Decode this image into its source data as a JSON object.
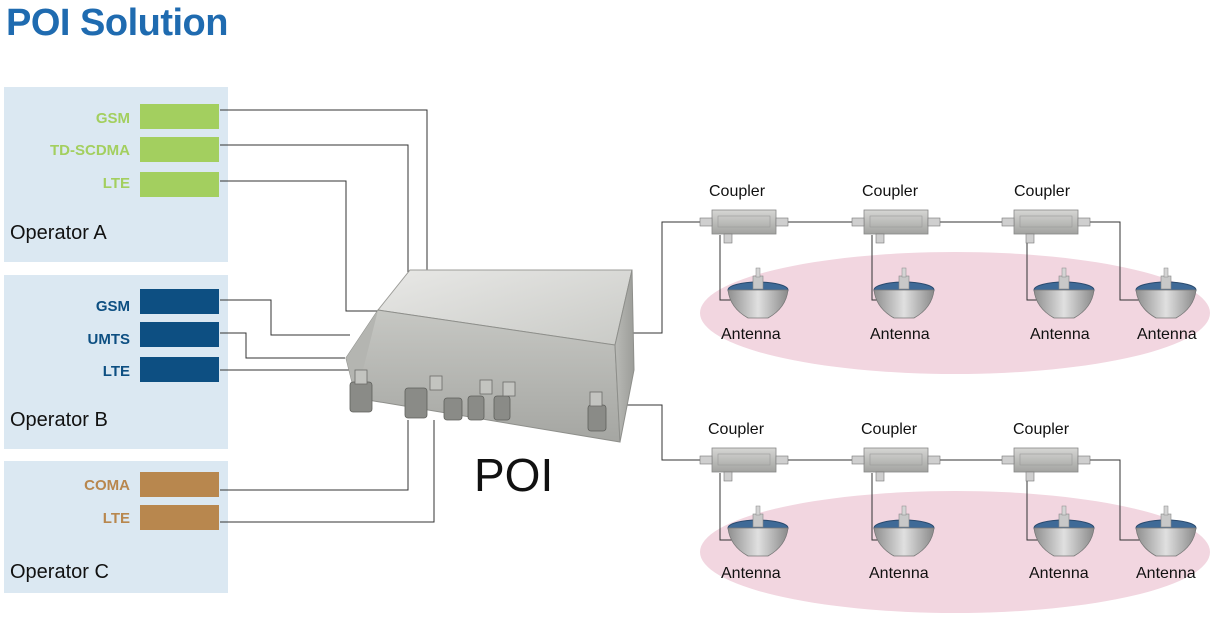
{
  "title": "POI Solution",
  "poi_label": "POI",
  "colors": {
    "title": "#1f6bb0",
    "operator_a_band": "#a3cf5f",
    "operator_b_band": "#0d4f82",
    "operator_c_band": "#b8874e",
    "panel_bg": "#dbe8f2",
    "coverage_zone": "#f2d6e0"
  },
  "operators": [
    {
      "name": "Operator A",
      "bands": [
        "GSM",
        "TD-SCDMA",
        "LTE"
      ]
    },
    {
      "name": "Operator B",
      "bands": [
        "GSM",
        "UMTS",
        "LTE"
      ]
    },
    {
      "name": "Operator C",
      "bands": [
        "COMA",
        "LTE"
      ]
    }
  ],
  "branches": [
    {
      "couplers": [
        "Coupler",
        "Coupler",
        "Coupler"
      ],
      "antennas": [
        "Antenna",
        "Antenna",
        "Antenna",
        "Antenna"
      ]
    },
    {
      "couplers": [
        "Coupler",
        "Coupler",
        "Coupler"
      ],
      "antennas": [
        "Antenna",
        "Antenna",
        "Antenna",
        "Antenna"
      ]
    }
  ]
}
